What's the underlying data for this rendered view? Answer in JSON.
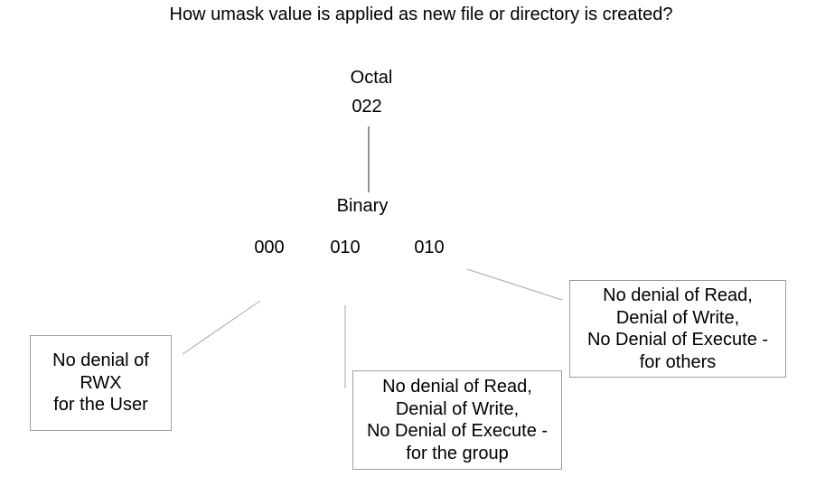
{
  "diagram": {
    "title": "How umask value is applied as new file or directory is created?",
    "octal": {
      "label": "Octal",
      "value": "022"
    },
    "binary": {
      "label": "Binary",
      "groups": [
        "000",
        "010",
        "010"
      ]
    },
    "boxes": {
      "user": {
        "lines": [
          "No denial of",
          "RWX",
          "for the User"
        ]
      },
      "group": {
        "lines": [
          "No denial of Read,",
          "Denial of Write,",
          "No Denial of Execute -",
          "for the group"
        ]
      },
      "others": {
        "lines": [
          "No denial of Read,",
          "Denial of Write,",
          "No Denial of Execute -",
          "for others"
        ]
      }
    },
    "colors": {
      "background": "#ffffff",
      "text": "#000000",
      "octal_binary_line": "#262626",
      "connector_line": "#a6a6a6",
      "box_border": "#9d9d9d"
    }
  }
}
